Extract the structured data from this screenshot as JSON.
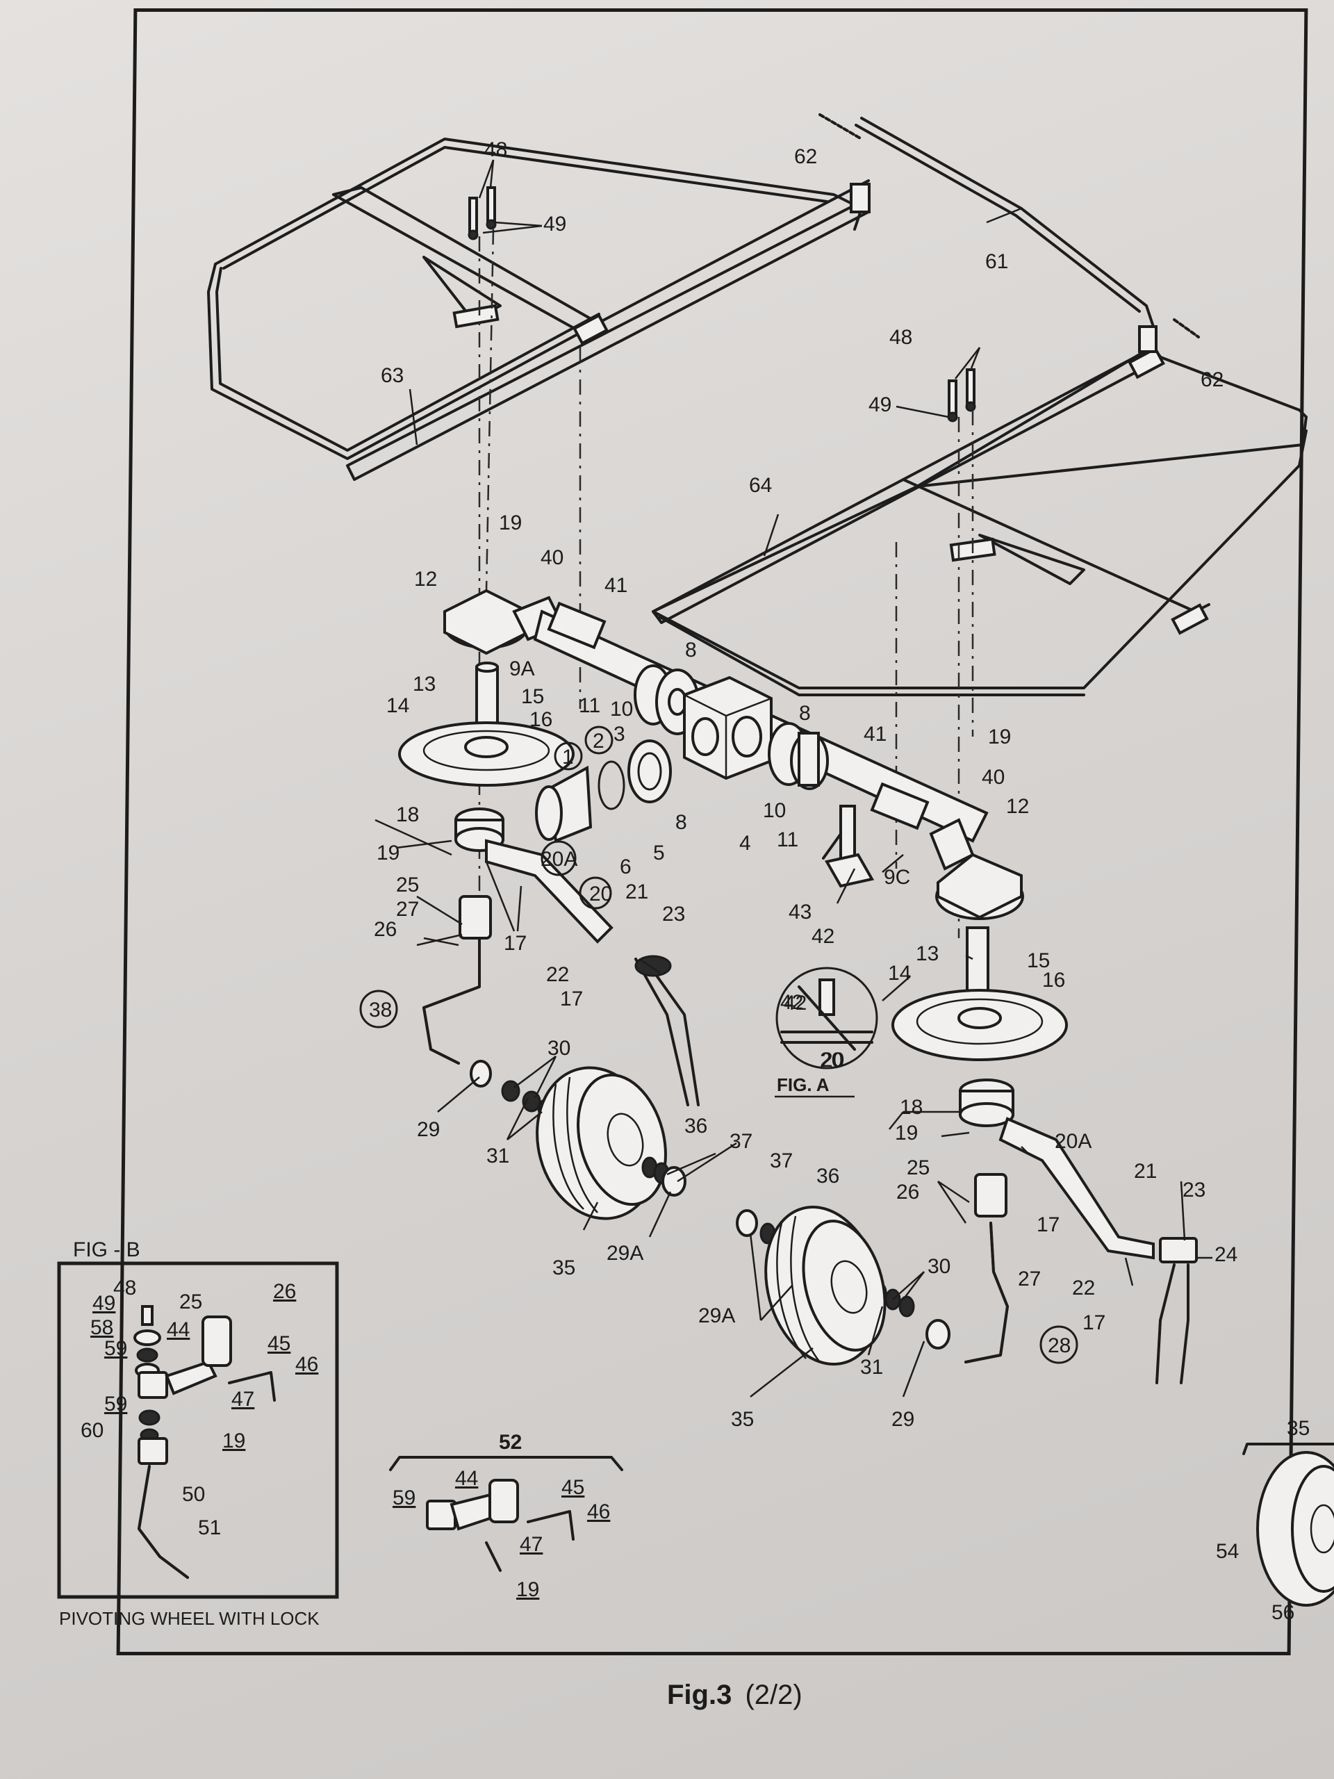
{
  "figure": {
    "caption_main": "Fig.3",
    "caption_sub": "(2/2)",
    "inset_b_title": "FIG - B",
    "inset_b_footer": "PIVOTING WHEEL WITH LOCK",
    "inset_a_title": "FIG. A"
  },
  "labels": [
    {
      "id": "l48a",
      "text": "48"
    },
    {
      "id": "l49a",
      "text": "49"
    },
    {
      "id": "l62a",
      "text": "62"
    },
    {
      "id": "l61",
      "text": "61"
    },
    {
      "id": "l62b",
      "text": "62"
    },
    {
      "id": "l63",
      "text": "63"
    },
    {
      "id": "l48b",
      "text": "48"
    },
    {
      "id": "l49b",
      "text": "49"
    },
    {
      "id": "l64",
      "text": "64"
    },
    {
      "id": "l19a",
      "text": "19"
    },
    {
      "id": "l40a",
      "text": "40"
    },
    {
      "id": "l41a",
      "text": "41"
    },
    {
      "id": "l12a",
      "text": "12"
    },
    {
      "id": "l9A",
      "text": "9A"
    },
    {
      "id": "l8a",
      "text": "8"
    },
    {
      "id": "l13a",
      "text": "13"
    },
    {
      "id": "l15a",
      "text": "15"
    },
    {
      "id": "l14a",
      "text": "14"
    },
    {
      "id": "l16a",
      "text": "16"
    },
    {
      "id": "l11a",
      "text": "11"
    },
    {
      "id": "l10a",
      "text": "10"
    },
    {
      "id": "l2",
      "text": "2"
    },
    {
      "id": "l3",
      "text": "3"
    },
    {
      "id": "l8b",
      "text": "8"
    },
    {
      "id": "l1",
      "text": "1"
    },
    {
      "id": "l41b",
      "text": "41"
    },
    {
      "id": "l19b",
      "text": "19"
    },
    {
      "id": "l40b",
      "text": "40"
    },
    {
      "id": "l12b",
      "text": "12"
    },
    {
      "id": "l18a",
      "text": "18"
    },
    {
      "id": "l19c",
      "text": "19"
    },
    {
      "id": "l20Aa",
      "text": "20A"
    },
    {
      "id": "l6",
      "text": "6"
    },
    {
      "id": "l5",
      "text": "5"
    },
    {
      "id": "l8c",
      "text": "8"
    },
    {
      "id": "l4",
      "text": "4"
    },
    {
      "id": "l10b",
      "text": "10"
    },
    {
      "id": "l11b",
      "text": "11"
    },
    {
      "id": "l9C",
      "text": "9C"
    },
    {
      "id": "l25a",
      "text": "25"
    },
    {
      "id": "l27a",
      "text": "27"
    },
    {
      "id": "l26a",
      "text": "26"
    },
    {
      "id": "l20a",
      "text": "20"
    },
    {
      "id": "l17a",
      "text": "17"
    },
    {
      "id": "l21a",
      "text": "21"
    },
    {
      "id": "l23a",
      "text": "23"
    },
    {
      "id": "l43",
      "text": "43"
    },
    {
      "id": "l42a",
      "text": "42"
    },
    {
      "id": "l13b",
      "text": "13"
    },
    {
      "id": "l15b",
      "text": "15"
    },
    {
      "id": "l14b",
      "text": "14"
    },
    {
      "id": "l16b",
      "text": "16"
    },
    {
      "id": "l22a",
      "text": "22"
    },
    {
      "id": "l17b",
      "text": "17"
    },
    {
      "id": "l38",
      "text": "38"
    },
    {
      "id": "l42b",
      "text": "42"
    },
    {
      "id": "l20b",
      "text": "20"
    },
    {
      "id": "l30a",
      "text": "30"
    },
    {
      "id": "l29a",
      "text": "29"
    },
    {
      "id": "l31a",
      "text": "31"
    },
    {
      "id": "l36a",
      "text": "36"
    },
    {
      "id": "l37a",
      "text": "37"
    },
    {
      "id": "l18b",
      "text": "18"
    },
    {
      "id": "l19d",
      "text": "19"
    },
    {
      "id": "l20Ab",
      "text": "20A"
    },
    {
      "id": "l25b",
      "text": "25"
    },
    {
      "id": "l21b",
      "text": "21"
    },
    {
      "id": "l26b",
      "text": "26"
    },
    {
      "id": "l23b",
      "text": "23"
    },
    {
      "id": "l17c",
      "text": "17"
    },
    {
      "id": "l24",
      "text": "24"
    },
    {
      "id": "l35a",
      "text": "35"
    },
    {
      "id": "l29Aa",
      "text": "29A"
    },
    {
      "id": "l37b",
      "text": "37"
    },
    {
      "id": "l36b",
      "text": "36"
    },
    {
      "id": "l30b",
      "text": "30"
    },
    {
      "id": "l27b",
      "text": "27"
    },
    {
      "id": "l22b",
      "text": "22"
    },
    {
      "id": "l17d",
      "text": "17"
    },
    {
      "id": "l28",
      "text": "28"
    },
    {
      "id": "l29Ab",
      "text": "29A"
    },
    {
      "id": "l31b",
      "text": "31"
    },
    {
      "id": "l35b",
      "text": "35"
    },
    {
      "id": "l29b",
      "text": "29"
    },
    {
      "id": "l35c",
      "text": "35"
    },
    {
      "id": "l52",
      "text": "52"
    },
    {
      "id": "l54",
      "text": "54"
    },
    {
      "id": "l56",
      "text": "56"
    },
    {
      "id": "b48",
      "text": "48"
    },
    {
      "id": "b49",
      "text": "49"
    },
    {
      "id": "b25",
      "text": "25"
    },
    {
      "id": "b26",
      "text": "26"
    },
    {
      "id": "b58",
      "text": "58"
    },
    {
      "id": "b44",
      "text": "44"
    },
    {
      "id": "b45",
      "text": "45"
    },
    {
      "id": "b59a",
      "text": "59"
    },
    {
      "id": "b46",
      "text": "46"
    },
    {
      "id": "b47",
      "text": "47"
    },
    {
      "id": "b59b",
      "text": "59"
    },
    {
      "id": "b19",
      "text": "19"
    },
    {
      "id": "b60",
      "text": "60"
    },
    {
      "id": "b50",
      "text": "50"
    },
    {
      "id": "b51",
      "text": "51"
    },
    {
      "id": "c59",
      "text": "59"
    },
    {
      "id": "c44",
      "text": "44"
    },
    {
      "id": "c45",
      "text": "45"
    },
    {
      "id": "c46",
      "text": "46"
    },
    {
      "id": "c47",
      "text": "47"
    },
    {
      "id": "c19",
      "text": "19"
    },
    {
      "id": "a42",
      "text": "42"
    },
    {
      "id": "a20",
      "text": "20"
    }
  ]
}
